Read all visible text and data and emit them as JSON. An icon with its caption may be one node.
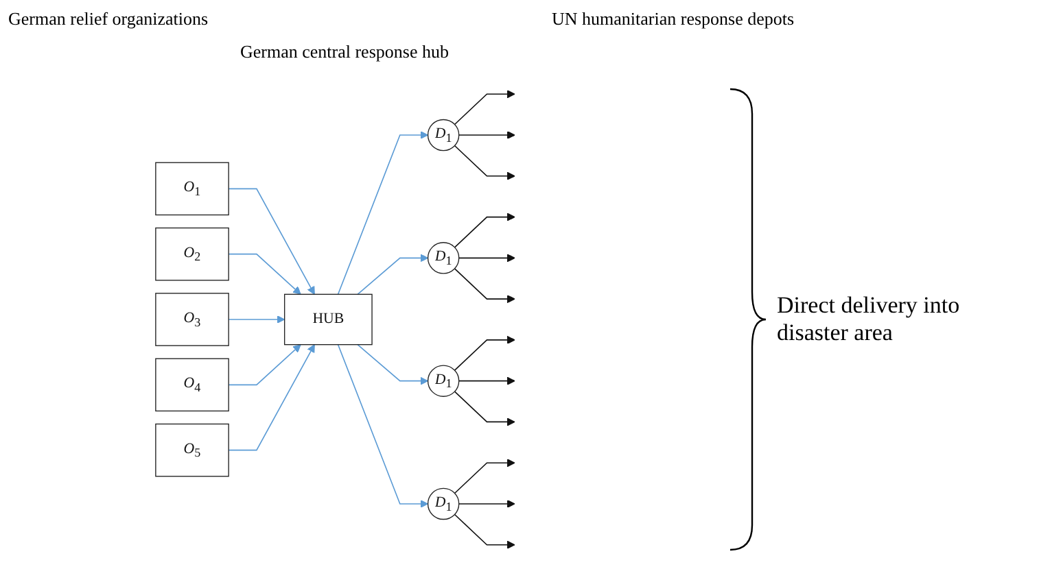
{
  "diagram": {
    "nodes": [
      {
        "text": [
          "*O*$_{1}$"
        ]
      },
      {
        "text": [
          "*O*$_{2}$"
        ]
      },
      {
        "text": [
          "*O*$_{3}$"
        ]
      },
      {
        "text": [
          "*O*$_{4}$"
        ]
      },
      {
        "text": [
          "*O*$_{5}$"
        ]
      },
      {
        "text": [
          "HUB"
        ]
      },
      {
        "text": [
          "*D*$_{1}$"
        ]
      },
      {
        "text": [
          "*D*$_{1}$"
        ]
      },
      {
        "text": [
          "*D*$_{1}$"
        ]
      },
      {
        "text": [
          "*D*$_{1}$"
        ]
      }
    ],
    "edges": [
      {
        "from": 0,
        "to": 5,
        "arrow": "to",
        "color": "#5b9bd5"
      },
      {
        "from": 1,
        "to": 5,
        "arrow": "to",
        "color": "#5b9bd5"
      },
      {
        "from": 2,
        "to": 5,
        "arrow": "to",
        "color": "#5b9bd5"
      },
      {
        "from": 3,
        "to": 5,
        "arrow": "to",
        "color": "#5b9bd5"
      },
      {
        "from": 4,
        "to": 5,
        "arrow": "to",
        "color": "#5b9bd5"
      },
      {
        "from": 5,
        "to": 6,
        "arrow": "to",
        "color": "#5b9bd5"
      },
      {
        "from": 5,
        "to": 7,
        "arrow": "to",
        "color": "#5b9bd5"
      },
      {
        "from": 5,
        "to": 8,
        "arrow": "to",
        "color": "#5b9bd5"
      },
      {
        "from": 5,
        "to": 9,
        "arrow": "to",
        "color": "#5b9bd5"
      },
      {
        "from": 6,
        "to": null,
        "arrow": "to"
      },
      {
        "from": 6,
        "to": null,
        "arrow": "to"
      },
      {
        "from": 6,
        "to": null,
        "arrow": "to"
      },
      {
        "from": 7,
        "to": null,
        "arrow": "to"
      },
      {
        "from": 7,
        "to": null,
        "arrow": "to"
      },
      {
        "from": 7,
        "to": null,
        "arrow": "to"
      },
      {
        "from": 8,
        "to": null,
        "arrow": "to"
      },
      {
        "from": 8,
        "to": null,
        "arrow": "to"
      },
      {
        "from": 8,
        "to": null,
        "arrow": "to"
      },
      {
        "from": 9,
        "to": null,
        "arrow": "to"
      },
      {
        "from": 9,
        "to": null,
        "arrow": "to"
      },
      {
        "from": 9,
        "to": null,
        "arrow": "to"
      }
    ],
    "labels": [
      "German relief organizations",
      "UN humanitarian response depots",
      "German central response hub",
      "Direct delivery into disaster area"
    ]
  }
}
